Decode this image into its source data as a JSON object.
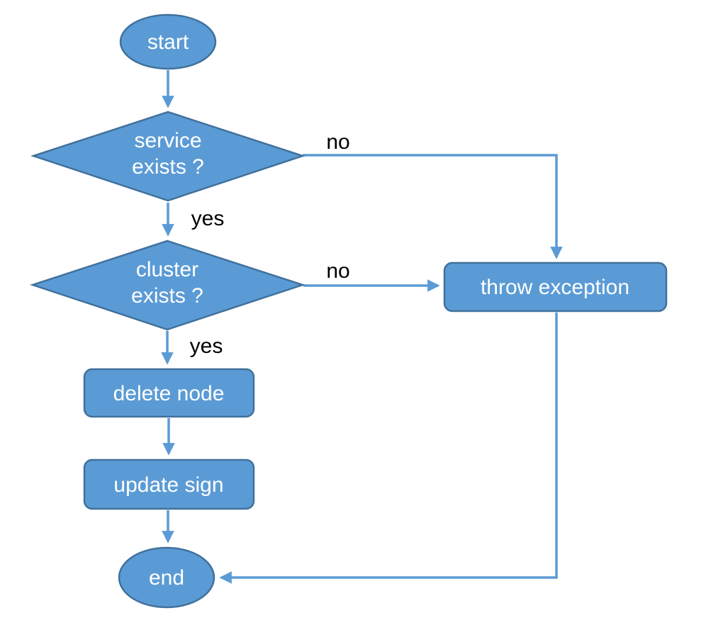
{
  "diagram": {
    "type": "flowchart",
    "background": "#FFFFFF",
    "colors": {
      "shape_fill": "#5B9BD5",
      "shape_border": "#41719C",
      "connector": "#5B9BD5",
      "arrowhead": "#5B9BD5",
      "shape_text": "#FFFFFF",
      "edge_label_text": "#000000"
    },
    "nodes": {
      "start": {
        "type": "terminator",
        "label": "start"
      },
      "service_exists": {
        "type": "decision",
        "label_lines": [
          "service",
          "exists ?"
        ]
      },
      "cluster_exists": {
        "type": "decision",
        "label_lines": [
          "cluster",
          "exists ?"
        ]
      },
      "throw_exception": {
        "type": "process",
        "label": "throw exception"
      },
      "delete_node": {
        "type": "process",
        "label": "delete node"
      },
      "update_sign": {
        "type": "process",
        "label": "update sign"
      },
      "end": {
        "type": "terminator",
        "label": "end"
      }
    },
    "edge_labels": {
      "service_exists_no": "no",
      "service_exists_yes": "yes",
      "cluster_exists_no": "no",
      "cluster_exists_yes": "yes"
    },
    "edges": [
      {
        "from": "start",
        "to": "service_exists",
        "label": ""
      },
      {
        "from": "service_exists",
        "to": "throw_exception",
        "label": "no"
      },
      {
        "from": "service_exists",
        "to": "cluster_exists",
        "label": "yes"
      },
      {
        "from": "cluster_exists",
        "to": "throw_exception",
        "label": "no"
      },
      {
        "from": "cluster_exists",
        "to": "delete_node",
        "label": "yes"
      },
      {
        "from": "delete_node",
        "to": "update_sign",
        "label": ""
      },
      {
        "from": "update_sign",
        "to": "end",
        "label": ""
      },
      {
        "from": "throw_exception",
        "to": "end",
        "label": ""
      }
    ]
  }
}
